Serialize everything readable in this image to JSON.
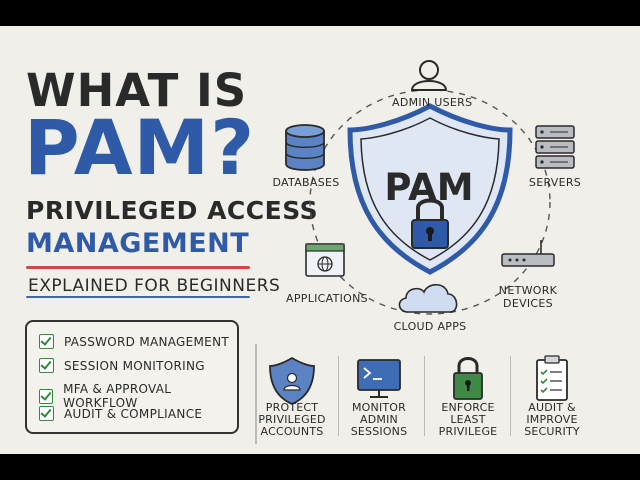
{
  "title": {
    "line1": "WHAT IS",
    "line2": "PAM?",
    "subtitle_line1": "PRIVILEGED ACCESS",
    "subtitle_line2": "MANAGEMENT",
    "tagline": "EXPLAINED FOR BEGINNERS"
  },
  "features": [
    "PASSWORD MANAGEMENT",
    "SESSION MONITORING",
    "MFA & APPROVAL WORKFLOW",
    "AUDIT & COMPLIANCE"
  ],
  "center": {
    "label": "PAM"
  },
  "nodes": {
    "admin_users": "ADMIN USERS",
    "databases": "DATABASES",
    "servers": "SERVERS",
    "applications": "APPLICATIONS",
    "network_devices_line1": "NETWORK",
    "network_devices_line2": "DEVICES",
    "cloud_apps": "CLOUD APPS"
  },
  "steps": [
    {
      "line1": "PROTECT",
      "line2": "PRIVILEGED",
      "line3": "ACCOUNTS",
      "icon": "shield-user-icon"
    },
    {
      "line1": "MONITOR",
      "line2": "ADMIN",
      "line3": "SESSIONS",
      "icon": "terminal-icon"
    },
    {
      "line1": "ENFORCE",
      "line2": "LEAST",
      "line3": "PRIVILEGE",
      "icon": "lock-icon"
    },
    {
      "line1": "AUDIT &",
      "line2": "IMPROVE",
      "line3": "SECURITY",
      "icon": "clipboard-checklist-icon"
    }
  ],
  "colors": {
    "blue": "#2e5aa8",
    "red": "#d24646",
    "green": "#2f8a3a",
    "ink": "#2a2a2a",
    "paper": "#f1efea"
  }
}
